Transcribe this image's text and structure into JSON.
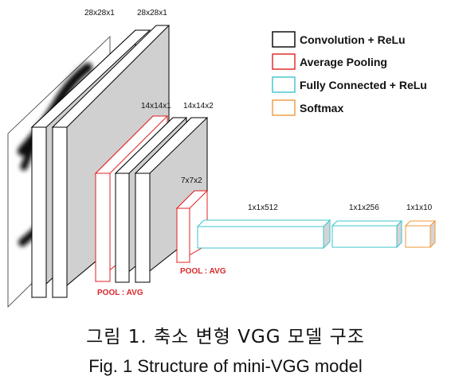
{
  "legend": [
    {
      "label": "Convolution + ReLu",
      "color": "#000000"
    },
    {
      "label": "Average Pooling",
      "color": "#e02020"
    },
    {
      "label": "Fully Connected + ReLu",
      "color": "#3cc4cc"
    },
    {
      "label": "Softmax",
      "color": "#ee9a3a"
    }
  ],
  "layers": {
    "input_conv1": "28x28x1",
    "conv1": "28x28x1",
    "pool1": "14x14x1",
    "conv2": "14x14x2",
    "pool2": "7x7x2",
    "fc1": "1x1x512",
    "fc2": "1x1x256",
    "softmax": "1x1x10"
  },
  "pool_label_1": "POOL : AVG",
  "pool_label_2": "POOL : AVG",
  "caption_kr": "그림 1. 축소 변형 VGG 모델 구조",
  "caption_en": "Fig. 1 Structure of mini-VGG model"
}
